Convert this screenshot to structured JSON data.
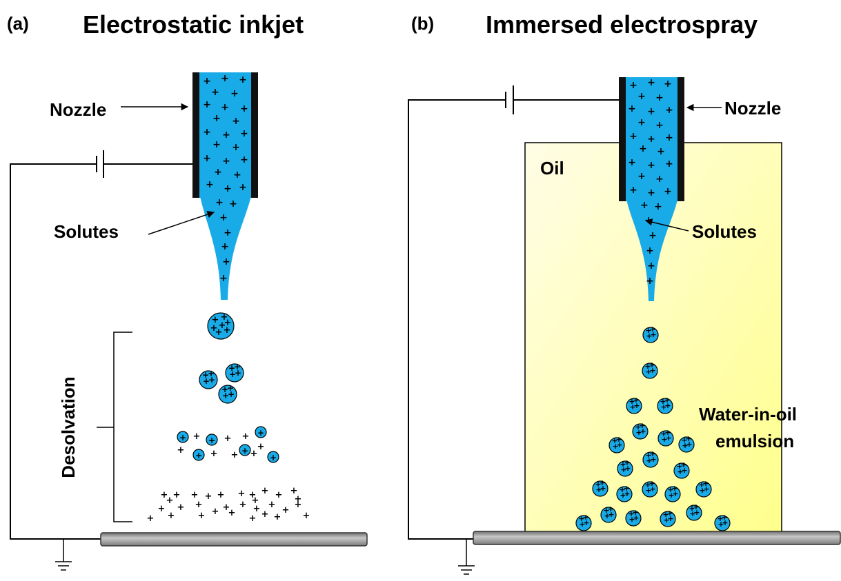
{
  "panel_a": {
    "panel_label": "(a)",
    "title": "Electrostatic inkjet",
    "nozzle_label": "Nozzle",
    "solutes_label": "Solutes",
    "desolvation_label": "Desolvation"
  },
  "panel_b": {
    "panel_label": "(b)",
    "title": "Immersed electrospray",
    "nozzle_label": "Nozzle",
    "oil_label": "Oil",
    "solutes_label": "Solutes",
    "emulsion_label_line1": "Water-in-oil",
    "emulsion_label_line2": "emulsion"
  },
  "colors": {
    "liquid": "#19ABE8",
    "nozzle_wall": "#111111",
    "oil_light": "#FFFDE6",
    "oil_dark": "#FFFF8C",
    "substrate": "#9A9A9A",
    "charge_symbol": "+"
  }
}
